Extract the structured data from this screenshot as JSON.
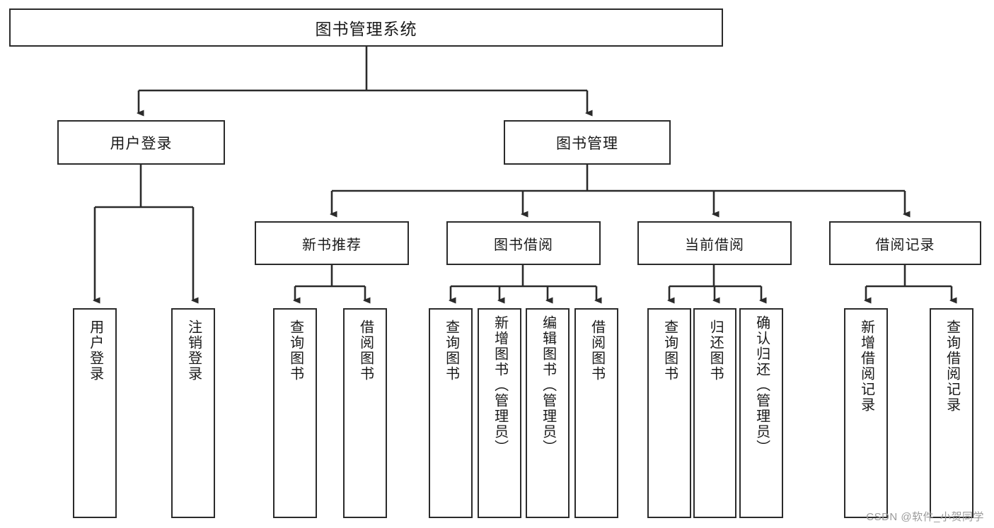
{
  "diagram": {
    "title": "图书管理系统",
    "watermark": "CSDN @软件_小贺同学",
    "line_color": "#2b2b2b",
    "background_color": "#ffffff",
    "text_color": "#1a1a1a",
    "root": {
      "label": "图书管理系统"
    },
    "level1": [
      {
        "label": "用户登录"
      },
      {
        "label": "图书管理"
      }
    ],
    "level2": [
      {
        "label": "新书推荐"
      },
      {
        "label": "图书借阅"
      },
      {
        "label": "当前借阅"
      },
      {
        "label": "借阅记录"
      }
    ],
    "leaves": {
      "user_login": [
        {
          "label": "用户登录"
        },
        {
          "label": "注销登录"
        }
      ],
      "new_book_recommend": [
        {
          "label": "查询图书"
        },
        {
          "label": "借阅图书"
        }
      ],
      "book_borrow": [
        {
          "label": "查询图书"
        },
        {
          "label": "新增图书（管理员）"
        },
        {
          "label": "编辑图书（管理员）"
        },
        {
          "label": "借阅图书"
        }
      ],
      "current_borrow": [
        {
          "label": "查询图书"
        },
        {
          "label": "归还图书"
        },
        {
          "label": "确认归还（管理员）"
        }
      ],
      "borrow_record": [
        {
          "label": "新增借阅记录"
        },
        {
          "label": "查询借阅记录"
        }
      ]
    }
  }
}
